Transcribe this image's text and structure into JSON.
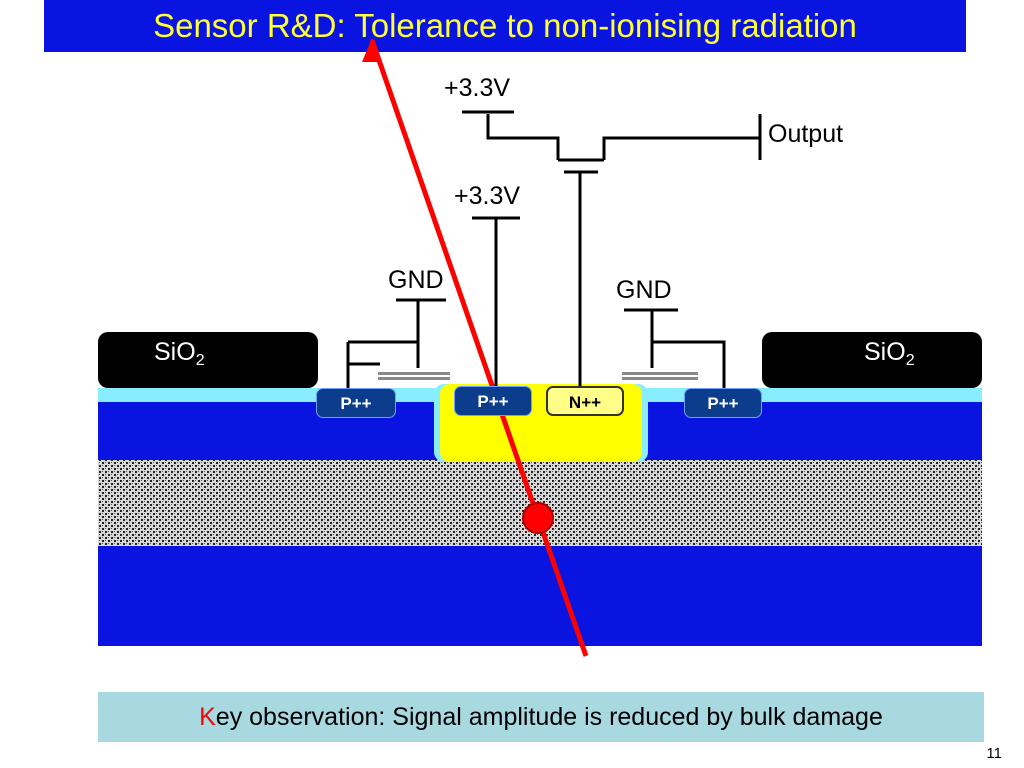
{
  "title": "Sensor R&D: Tolerance to non-ionising radiation",
  "labels": {
    "vdd_top": "+3.3V",
    "vdd_reset": "+3.3V",
    "output": "Output",
    "gnd_left": "GND",
    "gnd_right": "GND",
    "sio2_left_main": "SiO",
    "sio2_left_sub": "2",
    "sio2_right_main": "SiO",
    "sio2_right_sub": "2"
  },
  "implants": {
    "p1": "P++",
    "p2": "P++",
    "n1": "N++",
    "p3": "P++"
  },
  "key": {
    "first_letter": "K",
    "rest": "ey observation: Signal amplitude is reduced by bulk damage"
  },
  "page_number": "11",
  "colors": {
    "title_bg": "#0a14e0",
    "title_text": "#ffff33",
    "substrate_blue": "#0a14e0",
    "nwell_yellow": "#ffff00",
    "particle_track": "#ff0000",
    "key_box": "#a8d8e0"
  }
}
